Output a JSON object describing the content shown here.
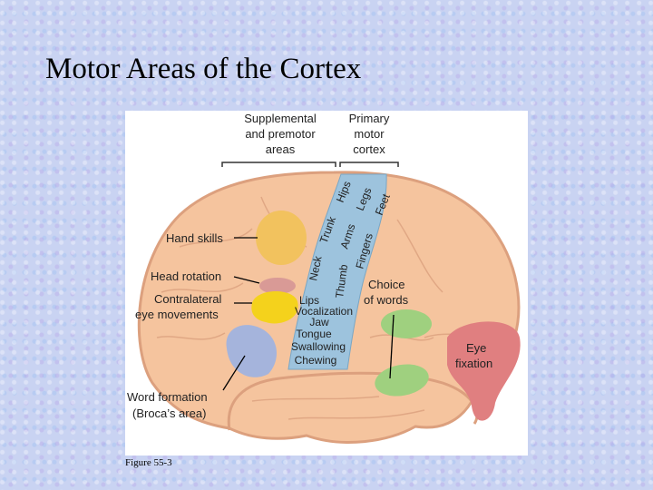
{
  "title": "Motor Areas of the Cortex",
  "caption": "Figure 55-3",
  "header_labels": {
    "supplemental": [
      "Supplemental",
      "and premotor",
      "areas"
    ],
    "primary": [
      "Primary",
      "motor",
      "cortex"
    ]
  },
  "strip_labels": {
    "hips": "Hips",
    "legs": "Legs",
    "feet": "Feet",
    "trunk": "Trunk",
    "arms": "Arms",
    "fingers": "Fingers",
    "neck": "Neck",
    "thumb": "Thumb",
    "lips": "Lips",
    "vocalization": "Vocalization",
    "jaw": "Jaw",
    "tongue": "Tongue",
    "swallowing": "Swallowing",
    "chewing": "Chewing"
  },
  "region_labels": {
    "hand_skills": "Hand skills",
    "head_rotation": "Head rotation",
    "contralateral": [
      "Contralateral",
      "eye movements"
    ],
    "choice": [
      "Choice",
      "of words"
    ],
    "eye_fixation": [
      "Eye",
      "fixation"
    ],
    "word_formation": [
      "Word formation",
      "(Broca’s area)"
    ]
  },
  "colors": {
    "brain": "#f5c49e",
    "brain_outline": "#dca07e",
    "motor_strip": "#9dc3dd",
    "hand_skills": "#f2c25e",
    "head_rotation": "#d99a96",
    "contralateral": "#f4d21c",
    "broca": "#a5b4dc",
    "choice": "#9fd07f",
    "eye_fixation": "#e07f80"
  }
}
